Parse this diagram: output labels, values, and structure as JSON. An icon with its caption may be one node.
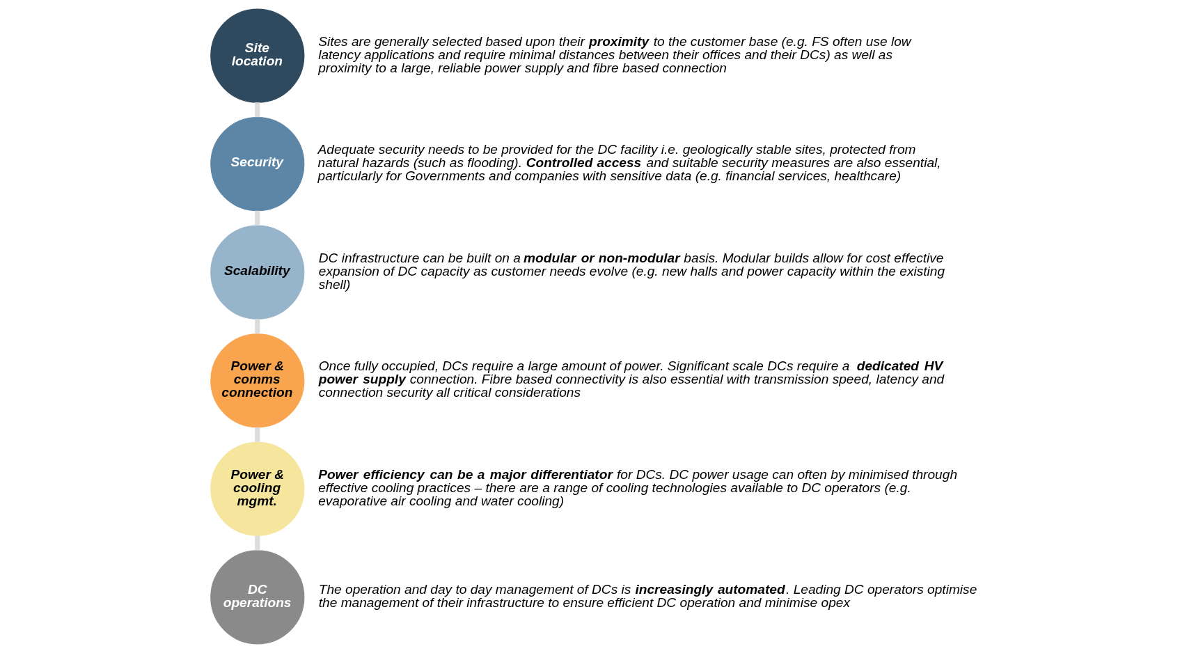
{
  "diagram": {
    "nodes": [
      {
        "text": [
          "Site location"
        ],
        "beside": [
          "Sites are generally selected based upon their **proximity** to the customer base (e.g. FS often use low latency applications and require minimal distances between their offices and their DCs) as well as proximity to a large, reliable power supply and fibre based connection"
        ]
      },
      {
        "text": [
          "Security"
        ],
        "beside": [
          "Adequate security needs to be provided for the DC facility i.e. geologically stable sites, protected from natural hazards (such as flooding). **Controlled access** and suitable security measures are also essential, particularly for Governments and companies with sensitive data (e.g. financial services, healthcare)"
        ]
      },
      {
        "text": [
          "Scalability"
        ],
        "beside": [
          "DC infrastructure can be built on a **modular or non-modular** basis. Modular builds allow for cost effective expansion of DC capacity as customer needs evolve (e.g. new halls and power capacity within the existing shell)"
        ]
      },
      {
        "text": [
          "Power & comms connection"
        ],
        "beside": [
          "Once fully occupied, DCs require a large amount of power. Significant scale DCs require a **dedicated HV power supply** connection. Fibre based connectivity is also essential with transmission speed, latency and connection security all critical considerations"
        ]
      },
      {
        "text": [
          "Power & cooling mgmt."
        ],
        "beside": [
          "**Power efficiency can be a major differentiator** for DCs. DC power usage can often by minimised through effective cooling practices – there are a range of cooling technologies available to DC operators (e.g. evaporative air cooling and water cooling)"
        ]
      },
      {
        "text": [
          "DC operations"
        ],
        "beside": [
          "The operation and day to day management of DCs is **increasingly automated**. Leading DC operators optimise the management of their infrastructure to ensure efficient DC operation and minimise opex"
        ]
      }
    ],
    "edges": [
      {
        "from": 0,
        "to": 1,
        "arrow": "none"
      },
      {
        "from": 1,
        "to": 2,
        "arrow": "none"
      },
      {
        "from": 2,
        "to": 3,
        "arrow": "none"
      },
      {
        "from": 3,
        "to": 4,
        "arrow": "none"
      },
      {
        "from": 4,
        "to": 5,
        "arrow": "none"
      }
    ]
  }
}
